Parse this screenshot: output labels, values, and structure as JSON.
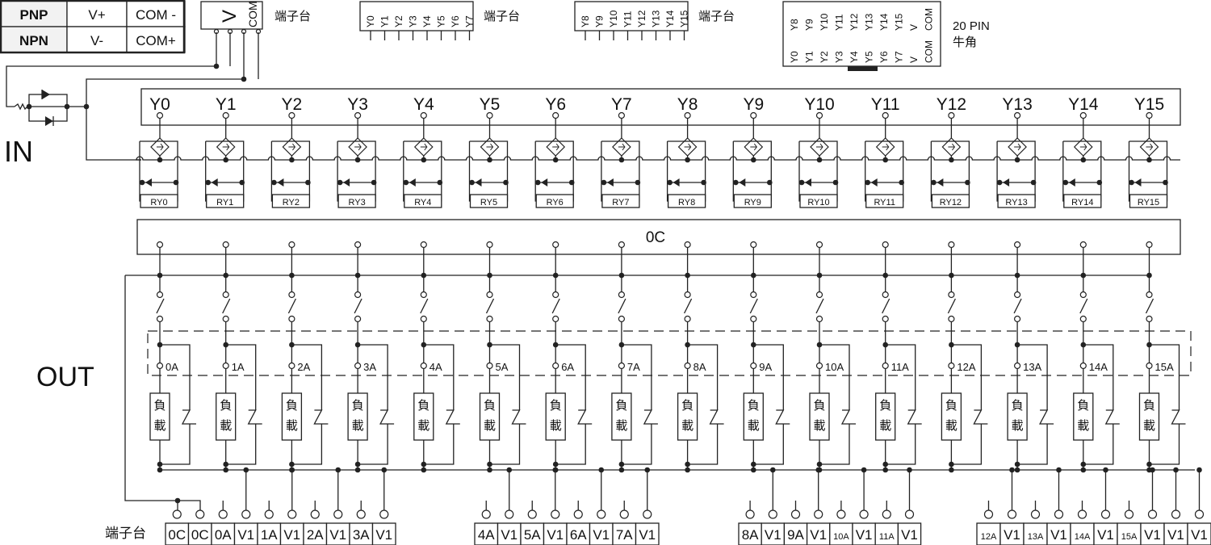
{
  "colors": {
    "line": "#222222",
    "table_fill": "#f2f2f2"
  },
  "polarity_table": {
    "rows": [
      [
        "PNP",
        "V+",
        "COM -"
      ],
      [
        "NPN",
        "V-",
        "COM+"
      ]
    ]
  },
  "power_connector": {
    "pins": [
      "V",
      "COM"
    ],
    "label": "端子台"
  },
  "header_low": {
    "pins": [
      "Y0",
      "Y1",
      "Y2",
      "Y3",
      "Y4",
      "Y5",
      "Y6",
      "Y7"
    ],
    "label": "端子台"
  },
  "header_high": {
    "pins": [
      "Y8",
      "Y9",
      "Y10",
      "Y11",
      "Y12",
      "Y13",
      "Y14",
      "Y15"
    ],
    "label": "端子台"
  },
  "idc_connector": {
    "top_pins": [
      "Y8",
      "Y9",
      "Y10",
      "Y11",
      "Y12",
      "Y13",
      "Y14",
      "Y15",
      "V",
      "COM"
    ],
    "bottom_pins": [
      "Y0",
      "Y1",
      "Y2",
      "Y3",
      "Y4",
      "Y5",
      "Y6",
      "Y7",
      "V",
      "COM"
    ],
    "label_line1": "20  PIN",
    "label_line2": "牛角"
  },
  "in_label": "IN",
  "out_label": "OUT",
  "inputs": [
    "Y0",
    "Y1",
    "Y2",
    "Y3",
    "Y4",
    "Y5",
    "Y6",
    "Y7",
    "Y8",
    "Y9",
    "Y10",
    "Y11",
    "Y12",
    "Y13",
    "Y14",
    "Y15"
  ],
  "relays": [
    "RY0",
    "RY1",
    "RY2",
    "RY3",
    "RY4",
    "RY5",
    "RY6",
    "RY7",
    "RY8",
    "RY9",
    "RY10",
    "RY11",
    "RY12",
    "RY13",
    "RY14",
    "RY15"
  ],
  "common_label": "0C",
  "outputs": [
    "0A",
    "1A",
    "2A",
    "3A",
    "4A",
    "5A",
    "6A",
    "7A",
    "8A",
    "9A",
    "10A",
    "11A",
    "12A",
    "13A",
    "14A",
    "15A"
  ],
  "load_label": [
    "負",
    "載"
  ],
  "terminal_label": "端子台",
  "terminal_groups": [
    [
      "0C",
      "0C",
      "0A",
      "V1",
      "1A",
      "V1",
      "2A",
      "V1",
      "3A",
      "V1"
    ],
    [
      "4A",
      "V1",
      "5A",
      "V1",
      "6A",
      "V1",
      "7A",
      "V1"
    ],
    [
      "8A",
      "V1",
      "9A",
      "V1",
      "10A",
      "V1",
      "11A",
      "V1"
    ],
    [
      "12A",
      "V1",
      "13A",
      "V1",
      "14A",
      "V1",
      "15A",
      "V1",
      "V1",
      "V1"
    ]
  ]
}
